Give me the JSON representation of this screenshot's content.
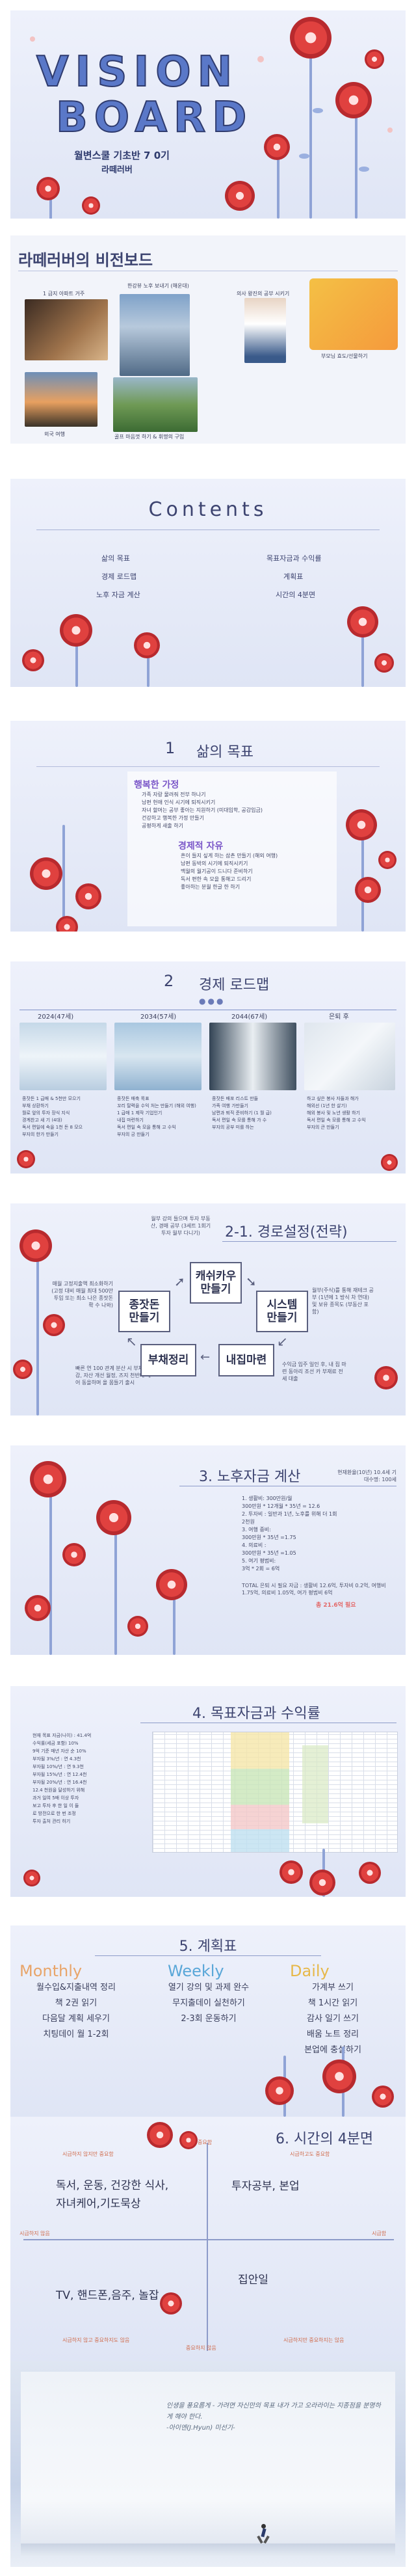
{
  "cover": {
    "title_line1": "VISION",
    "title_line2": "BOARD",
    "subtitle": "월변스쿨 기초반 7 0기",
    "author": "라떼러버"
  },
  "vision_board": {
    "heading": "라떼러버의 비전보드",
    "captions": [
      "1 급지 아파트 거주",
      "한강뷰 노후 보내기 (해운대)",
      "의사 왕진의 공부 시키기",
      "부모님 효도/선물하기",
      "외국 여행",
      "골프 마음껏 하기 & 휘명의 구입"
    ]
  },
  "contents": {
    "heading": "Contents",
    "items": [
      "삶의 목표",
      "목표자금과 수익률",
      "경제 로드맵",
      "계획표",
      "노후 자금 계산",
      "시간의 4분면"
    ]
  },
  "goals": {
    "number": "1",
    "heading": "삶의 목표",
    "section1_title": "행복한 가정",
    "section1_items": [
      "가족 자랑 물려줘 전부 하나기",
      "남편 헌애 인식 시기에 퇴직시키기",
      "자녀 할머는 공부 좋아는 지원하기 (미대입학, 공감입금)",
      "건강하고 행복한 가정 만들기",
      "공평하게 새출 하기"
    ],
    "section2_title": "경제적 자유",
    "section2_items": [
      "흔이 들지 싶게 하는 삼촌 만들기 (해외 여행)",
      "남편 동박의 시기에 퇴직시키기",
      "맥월의 월기공이 드니다 준비하기",
      "독서 편한 속 모을 통해고 드리기",
      "좋아하는 분월 한글 한 하기"
    ]
  },
  "roadmap": {
    "number": "2",
    "heading": "경제 로드맵",
    "columns": [
      {
        "label": "2024(47세)",
        "items": [
          "종잣돈 1 급매 & 5천만 모으기",
          "부채 상환하기",
          "월로 앞의 투자 장식 지식",
          "경계찬고 새 기 (4대)",
          "독서 편일에 속을 1천 돈 8 모으",
          "부자의 한가 만들기"
        ]
      },
      {
        "label": "2034(57세)",
        "items": [
          "종잣돈 매축 목표",
          "꼬리 탈력을 수익 처는 만들기 (해외 여행)",
          "1 급매 1 제작 기업인기",
          "내집 마련하기",
          "독서 편일 속 모을 통해 고 수익",
          "부자의 긍 만들기"
        ]
      },
      {
        "label": "2044(67세)",
        "items": [
          "종잣돈 배포 리스트 만들",
          "가족 여행 가만들기",
          "남편과 퇴직 준비하기 (1 월 급)",
          "독서 편일 속 모를 통해 가 수",
          "부자의 공부 미를 하는"
        ]
      },
      {
        "label": "은퇴 후",
        "items": [
          "하고 싶은 봉사 자들과 해가",
          "해외선 (1년 한 살기)",
          "해외 봉사 및 노년 생활 하기",
          "독서 편일 속 모를 통해 고 수익",
          "부자의 큰 만들기"
        ]
      }
    ]
  },
  "route": {
    "heading": "2-1. 경로설정(전략)",
    "boxes": [
      "종잣돈\n만들기",
      "캐쉬카우\n만들기",
      "시스템\n만들기",
      "내집마련",
      "부채정리"
    ],
    "note_top": "월부 강의 들으며 투자 부동산, 경매 공부 (3세트 1회기 투자 월부 다니기)",
    "note_left": "매월 고정지출액 최소화하기 (고정 대비 매월 최대 500만 투입 또는 최소 나은 종잣돈 확 수 나와)",
    "note_right": "월부(주식)를 통해 재테크 공부 (1년에 1 방식 차 연대) 및 보유 종목도 (부동산 포함)",
    "note_bottom_left": "빠른 연 100 관계 분산 시 부채 탕감, 자산 개선 월정, 즈지 천반대 매어 동을하며 올 몸들기 출시",
    "note_bottom_right": "수익금 입주 일인 후, 내 집 마련 동아리 조선 카 부재료 전세 대출"
  },
  "retirement": {
    "heading": "3. 노후자금 계산",
    "side_note": "현재환율(10년) 10.4세 기대수명: 100세",
    "lines": [
      "1. 생활비: 300만원/월",
      "300만원 * 12개월 * 35년 = 12.6",
      "2. 투자비 : 일반과 1년, 노후를 위해 더 1회",
      "2천원",
      "3. 여행 중비:",
      "300만원 * 35년 =1.75",
      "4. 의료비 :",
      "300만원 * 35년 =1.05",
      "5. 여기 평범비:",
      "3억 * 2회 = 6억"
    ],
    "total": "TOTAL 은퇴 시 필요 자금 : 생활비 12.6억, 투자비 0.2억, 여행비 1.75억, 의료비 1.05억, 여가 평범비 6억",
    "total_highlight": "총 21.6억 필요"
  },
  "target": {
    "heading": "4. 목표자금과 수익률",
    "items": [
      "현재 목표 자금(나이) : 41.4억",
      "수익률(세금 포함) 10%",
      "9억 기준 매년 자산 순 10%",
      "부자될 3%/년 : 연 4.3천",
      "부자될 10%/년 : 연 9.3천",
      "부자될 15%/년 : 연 12.4천",
      "부자될 20%/년 : 연 16.4천",
      "12.4 천원을 달성하기 위해",
      "과거 일여 5배 이상 투자",
      "보고 투자 후 한 일 이 들",
      "로 방전으로 한 번 조정",
      "투자 출처 관리 하기"
    ]
  },
  "plan": {
    "heading": "5. 계획표",
    "columns": [
      {
        "title": "Monthly",
        "color": "#e8a56a",
        "items": [
          "월수입&지출내역 정리",
          "책 2권 읽기",
          "다음달 계획 세우기",
          "치팅데이 월 1-2회"
        ]
      },
      {
        "title": "Weekly",
        "color": "#5aa7d8",
        "items": [
          "열기 강의 및 과제 완수",
          "무지출데이 실천하기",
          "2-3회 운동하기"
        ]
      },
      {
        "title": "Daily",
        "color": "#e6b84a",
        "items": [
          "가계부 쓰기",
          "책 1시간 읽기",
          "감사 일기 쓰기",
          "배움 노트 정리",
          "본업에 충실하기"
        ]
      }
    ]
  },
  "quadrant": {
    "heading": "6. 시간의 4분면",
    "axis_top": "중요함",
    "axis_bottom": "중요하지 않음",
    "axis_left": "시급하지 않음",
    "axis_right": "시급함",
    "q1_label": "시급하지 않지만 중요함",
    "q1_text": "독서, 운동, 건강한 식사,\n자녀케어,기도묵상",
    "q2_label": "시급하고도 중요함",
    "q2_text": "투자공부, 본업",
    "q3_label": "시급하지 않고 중요하지도 않음",
    "q3_text": "TV, 핸드폰,음주, 놀잡",
    "q4_label": "시급하지만 중요하지는 않음",
    "q4_text": "집안일"
  },
  "closing": {
    "quote": "인생을 풍요롭게 - 가려면 자신만의 목표 내가 가고 오라라이는 지종점을 분명하게 해야 한다.\n-아이엔(J.Hyun) 미선기-"
  }
}
